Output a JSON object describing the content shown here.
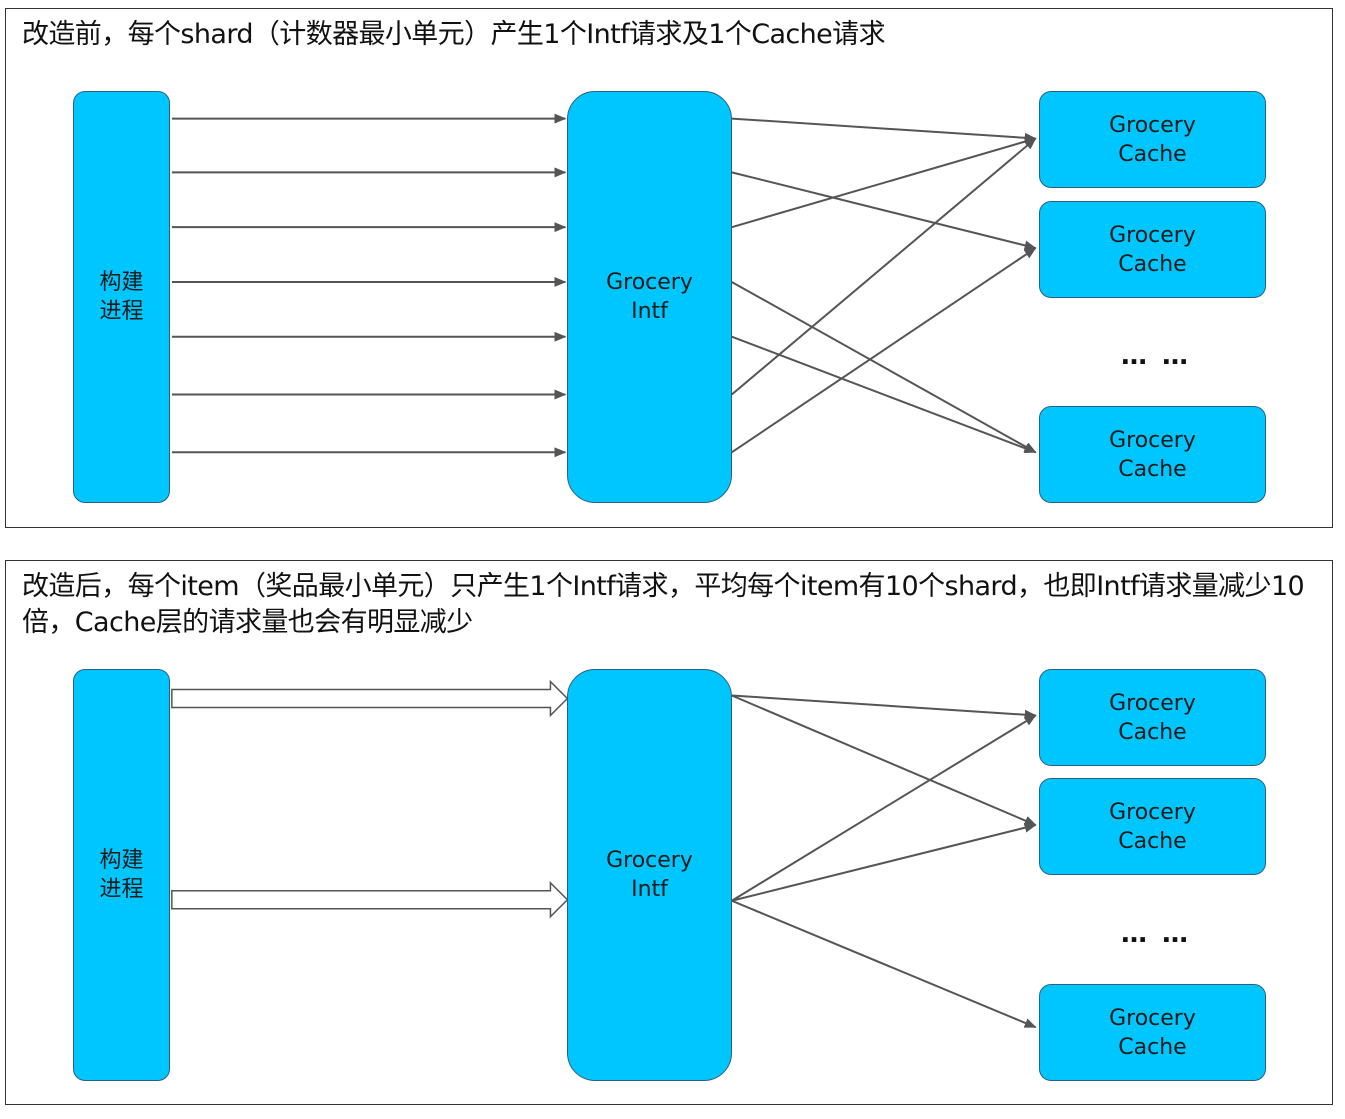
{
  "before": {
    "caption": "改造前，每个shard（计数器最小单元）产生1个Intf请求及1个Cache请求",
    "process": {
      "line1": "构建",
      "line2": "进程"
    },
    "intf": {
      "line1": "Grocery",
      "line2": "Intf"
    },
    "caches": [
      {
        "line1": "Grocery",
        "line2": "Cache"
      },
      {
        "line1": "Grocery",
        "line2": "Cache"
      },
      {
        "line1": "Grocery",
        "line2": "Cache"
      }
    ],
    "ellipsis": "… …"
  },
  "after": {
    "caption": "改造后，每个item（奖品最小单元）只产生1个Intf请求，平均每个item有10个shard，也即Intf请求量减少10倍，Cache层的请求量也会有明显减少",
    "process": {
      "line1": "构建",
      "line2": "进程"
    },
    "intf": {
      "line1": "Grocery",
      "line2": "Intf"
    },
    "caches": [
      {
        "line1": "Grocery",
        "line2": "Cache"
      },
      {
        "line1": "Grocery",
        "line2": "Cache"
      },
      {
        "line1": "Grocery",
        "line2": "Cache"
      }
    ],
    "ellipsis": "… …"
  },
  "colors": {
    "box_fill": "#00c6ff",
    "arrow": "#555555"
  }
}
